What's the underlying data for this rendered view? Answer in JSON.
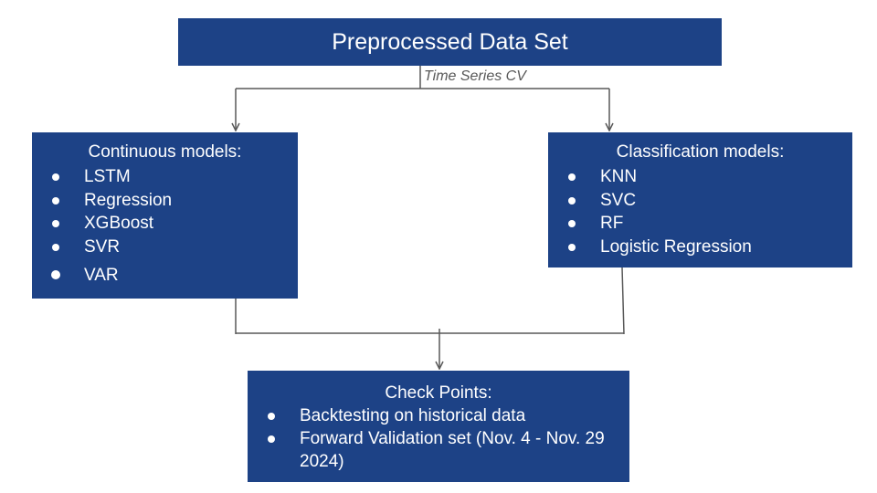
{
  "top_box": {
    "title": "Preprocessed Data Set"
  },
  "split_label": "Time Series CV",
  "continuous_box": {
    "title": "Continuous models:",
    "items": [
      "LSTM",
      "Regression",
      "XGBoost",
      "SVR",
      "VAR"
    ]
  },
  "classification_box": {
    "title": "Classification models:",
    "items": [
      "KNN",
      "SVC",
      "RF",
      "Logistic Regression"
    ]
  },
  "checkpoints_box": {
    "title": "Check Points:",
    "items": [
      "Backtesting on historical data",
      "Forward Validation set (Nov. 4 - Nov. 29 2024)"
    ]
  },
  "colors": {
    "box_fill": "#1d4286",
    "box_text": "#ffffff",
    "connector": "#595959",
    "label_text": "#595959"
  }
}
